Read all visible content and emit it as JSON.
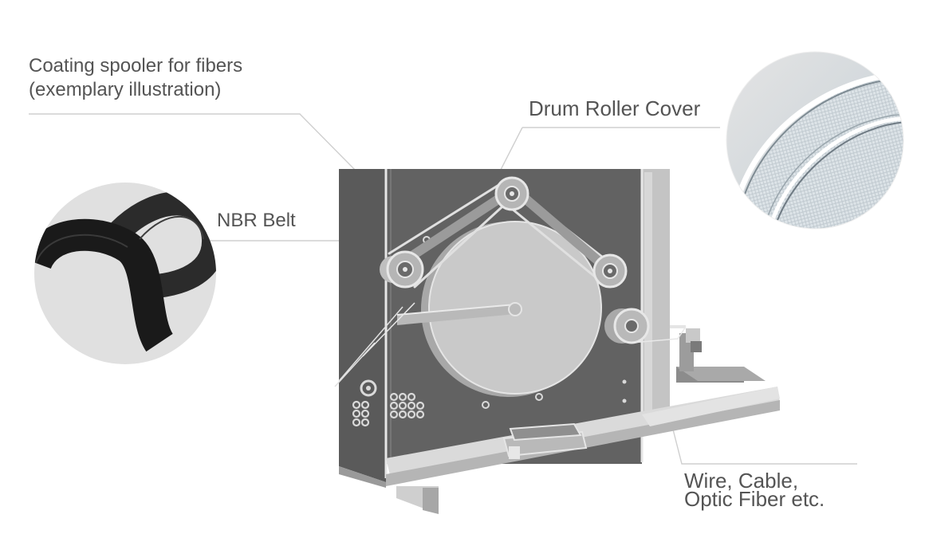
{
  "labels": {
    "title_line1": "Coating spooler for fibers",
    "title_line2": "(exemplary illustration)",
    "drum_roller_cover": "Drum Roller Cover",
    "nbr_belt": "NBR Belt",
    "wire_line1": "Wire, Cable,",
    "wire_line2": "Optic Fiber etc."
  },
  "colors": {
    "text": "#545454",
    "panel_dark": "#595959",
    "panel_light": "#bdbdbd",
    "drum": "#cccccc",
    "belt": "#1a1a1a",
    "leader_line": "#cfcfcf",
    "tray": "#d6d6d6"
  }
}
